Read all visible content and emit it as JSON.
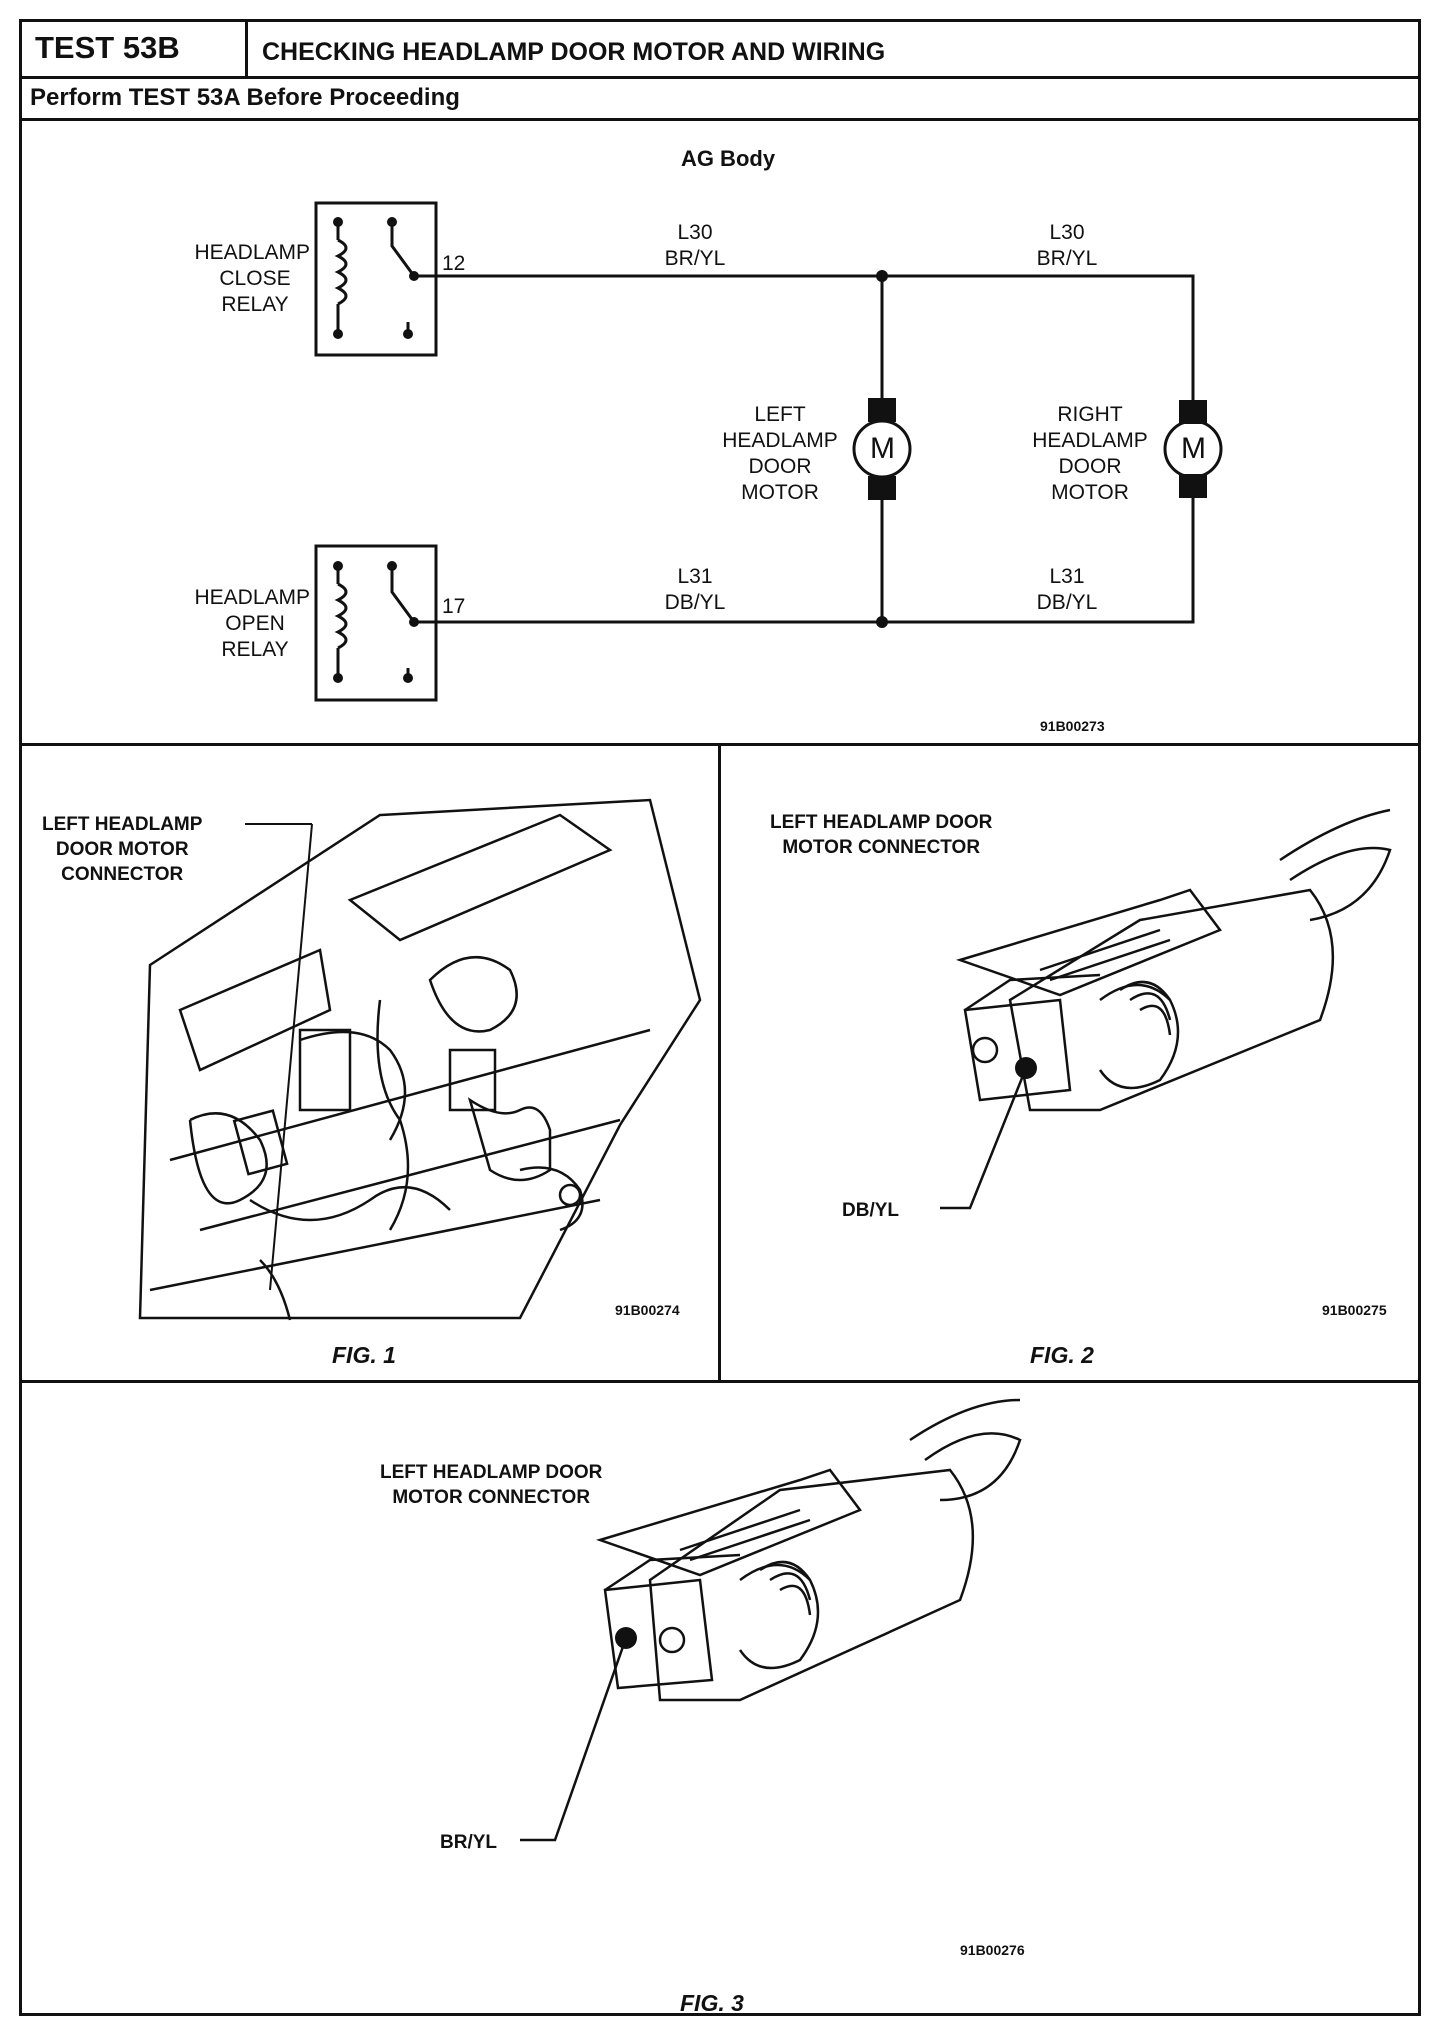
{
  "header": {
    "test_id": "TEST 53B",
    "title": "CHECKING HEADLAMP DOOR MOTOR AND WIRING",
    "subtitle": "Perform TEST 53A Before Proceeding"
  },
  "schematic": {
    "body_label": "AG Body",
    "close_relay": {
      "label_lines": [
        "HEADLAMP",
        "CLOSE",
        "RELAY"
      ],
      "pin": "12"
    },
    "open_relay": {
      "label_lines": [
        "HEADLAMP",
        "OPEN",
        "RELAY"
      ],
      "pin": "17"
    },
    "wire_top_left": {
      "circuit": "L30",
      "color": "BR/YL"
    },
    "wire_top_right": {
      "circuit": "L30",
      "color": "BR/YL"
    },
    "wire_bottom_left": {
      "circuit": "L31",
      "color": "DB/YL"
    },
    "wire_bottom_right": {
      "circuit": "L31",
      "color": "DB/YL"
    },
    "left_motor": {
      "label_lines": [
        "LEFT",
        "HEADLAMP",
        "DOOR",
        "MOTOR"
      ],
      "symbol": "M"
    },
    "right_motor": {
      "label_lines": [
        "RIGHT",
        "HEADLAMP",
        "DOOR",
        "MOTOR"
      ],
      "symbol": "M"
    },
    "figure_code": "91B00273"
  },
  "fig1": {
    "callout_lines": [
      "LEFT HEADLAMP",
      "DOOR MOTOR",
      "CONNECTOR"
    ],
    "figure_code": "91B00274",
    "label": "FIG. 1"
  },
  "fig2": {
    "callout_lines": [
      "LEFT HEADLAMP DOOR",
      "MOTOR CONNECTOR"
    ],
    "wire_label": "DB/YL",
    "figure_code": "91B00275",
    "label": "FIG. 2"
  },
  "fig3": {
    "callout_lines": [
      "LEFT HEADLAMP DOOR",
      "MOTOR CONNECTOR"
    ],
    "wire_label": "BR/YL",
    "figure_code": "91B00276",
    "label": "FIG. 3"
  }
}
